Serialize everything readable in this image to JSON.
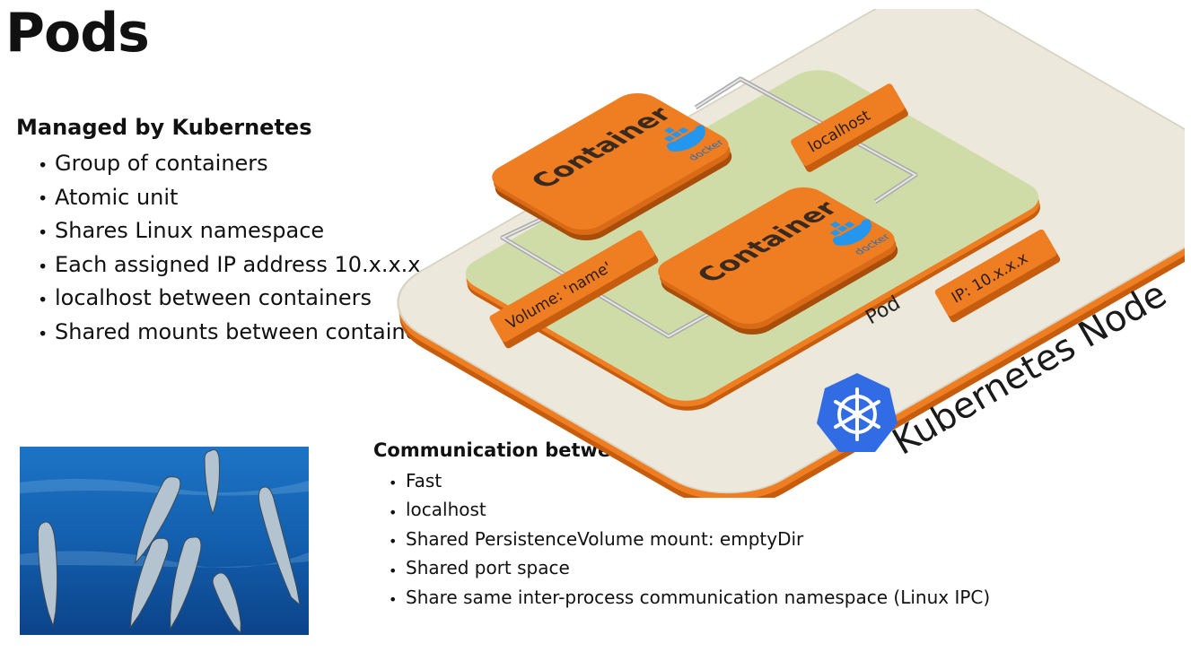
{
  "title": "Pods",
  "managed": {
    "heading": "Managed by Kubernetes",
    "items": [
      "Group of containers",
      "Atomic unit",
      "Shares Linux namespace",
      "Each assigned IP address 10.x.x.x",
      "localhost between containers",
      "Shared mounts between containers"
    ]
  },
  "communication": {
    "heading": "Communication between containers",
    "items": [
      "Fast",
      "localhost",
      "Shared PersistenceVolume mount: emptyDir",
      "Shared port space",
      "Share same inter-process communication namespace (Linux IPC)"
    ]
  },
  "diagram": {
    "container_label": "Container",
    "docker_label": "docker",
    "localhost_label": "localhost",
    "volume_label": "Volume: 'name'",
    "ip_label": "IP: 10.x.x.x",
    "pod_label": "Pod",
    "node_label": "Kubernetes Node",
    "colors": {
      "orange": "#ef7d22",
      "orange_dark": "#c65d0e",
      "pod_green": "#cfdca8",
      "node_beige": "#ece8dc",
      "kubernetes_blue": "#326ce5",
      "docker_blue": "#2496ed"
    },
    "icons": [
      "kubernetes-logo-icon",
      "docker-logo-icon"
    ]
  },
  "photo": {
    "icon": "dolphins-photo-icon"
  }
}
